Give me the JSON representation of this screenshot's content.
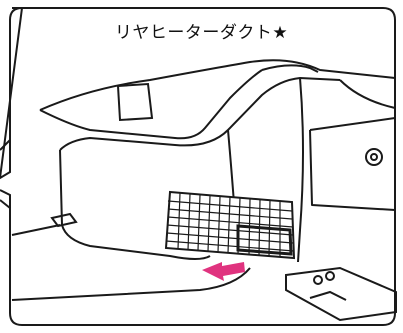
{
  "figure": {
    "caption": "リヤヒーターダクト★"
  },
  "colors": {
    "line": "#1a1a1a",
    "arrow": "#e0337f",
    "background": "#ffffff"
  },
  "icons": {
    "airflow_arrow": "pink-arrow-left",
    "vent_grille": "grille-grid"
  }
}
